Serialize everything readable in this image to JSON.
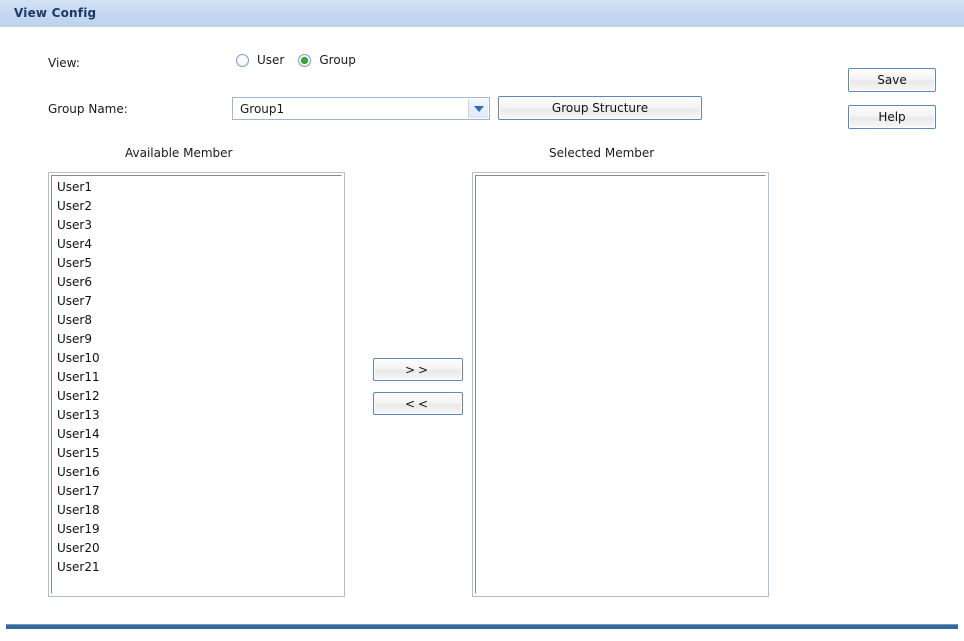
{
  "panel": {
    "title": "View Config",
    "header_bg": "#c3d7f0",
    "title_color": "#1f3864",
    "footer_color": "#36699e"
  },
  "form": {
    "view_label": "View:",
    "group_name_label": "Group Name:",
    "view_options": [
      {
        "label": "User",
        "selected": false
      },
      {
        "label": "Group",
        "selected": true
      }
    ],
    "radio_selected_color": "#33b233",
    "group_select": {
      "value": "Group1",
      "arrow_icon": "chevron-down-icon"
    },
    "group_structure_label": "Group Structure"
  },
  "actions": {
    "save_label": "Save",
    "help_label": "Help",
    "move_right_label": ">>",
    "move_left_label": "<<"
  },
  "lists": {
    "available": {
      "title": "Available Member",
      "items": [
        "User1",
        "User2",
        "User3",
        "User4",
        "User5",
        "User6",
        "User7",
        "User8",
        "User9",
        "User10",
        "User11",
        "User12",
        "User13",
        "User14",
        "User15",
        "User16",
        "User17",
        "User18",
        "User19",
        "User20",
        "User21"
      ]
    },
    "selected": {
      "title": "Selected Member",
      "items": []
    }
  }
}
